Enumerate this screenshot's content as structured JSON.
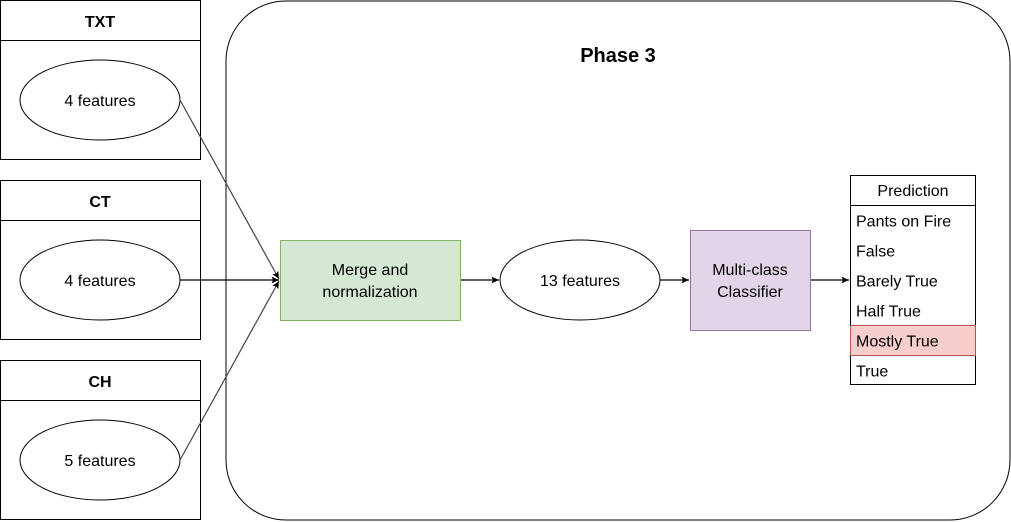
{
  "phase": {
    "title": "Phase 3"
  },
  "sources": [
    {
      "title": "TXT",
      "feature_label": "4 features"
    },
    {
      "title": "CT",
      "feature_label": "4 features"
    },
    {
      "title": "CH",
      "feature_label": "5 features"
    }
  ],
  "merge": {
    "line1": "Merge and",
    "line2": "normalization",
    "fill": "#d5e8d4",
    "stroke": "#82b366"
  },
  "combined": {
    "label": "13 features"
  },
  "classifier": {
    "line1": "Multi-class",
    "line2": "Classifier",
    "fill": "#e1d5e7",
    "stroke": "#9673a6"
  },
  "prediction": {
    "header": "Prediction",
    "items": [
      {
        "label": "Pants on Fire",
        "highlighted": false
      },
      {
        "label": "False",
        "highlighted": false
      },
      {
        "label": "Barely True",
        "highlighted": false
      },
      {
        "label": "Half True",
        "highlighted": false
      },
      {
        "label": "Mostly True",
        "highlighted": true
      },
      {
        "label": "True",
        "highlighted": false
      }
    ],
    "highlight_fill": "#f8cecc",
    "highlight_stroke": "#b85450"
  }
}
